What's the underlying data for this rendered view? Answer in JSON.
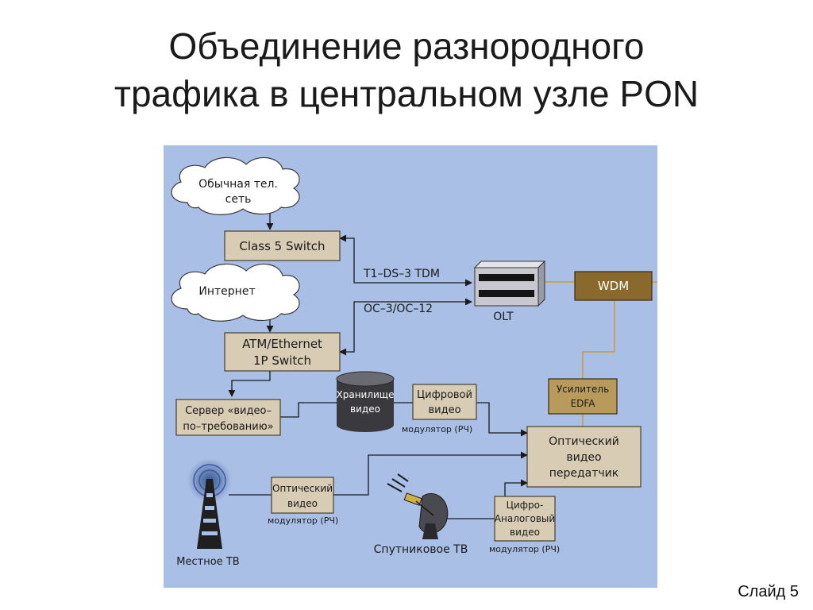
{
  "slide": {
    "title_line1": "Объединение разнородного",
    "title_line2": "трафика в центральном узле PON",
    "number": "Слайд 5"
  },
  "diagram": {
    "colors": {
      "background": "#a9bfe6",
      "box_fill": "#d8ccb4",
      "box_stroke": "#4a3f2a",
      "wdm_fill": "#8a6a2c",
      "edfa_fill": "#b89a5c",
      "line": "#1a1a1a",
      "fiber": "#c8a060",
      "cloud": "#ffffff"
    },
    "clouds": {
      "phone_network": [
        "Обычная тел.",
        "сеть"
      ],
      "internet": "Интернет"
    },
    "boxes": {
      "class5_switch": "Class 5 Switch",
      "atm_switch": [
        "ATM/Ethernet",
        "1P Switch"
      ],
      "vod_server": [
        "Сервер «видео–",
        "по–требованию»"
      ],
      "digital_modulator": [
        "Цифровой",
        "видео"
      ],
      "optical_modulator": [
        "Оптический",
        "видео"
      ],
      "digital_analog_video": [
        "Цифро-",
        "Аналоговый",
        "видео"
      ],
      "optical_transmitter": [
        "Оптический",
        "видео",
        "передатчик"
      ],
      "edfa": [
        "Усилитель",
        "EDFA"
      ],
      "wdm": "WDM"
    },
    "storage": [
      "Хранилище",
      "видео"
    ],
    "labels": {
      "tdm": "T1–DS–3 TDM",
      "oc": "OC–3/OC–12",
      "olt": "OLT",
      "modulator_rf_1": "модулятор (РЧ)",
      "modulator_rf_2": "модулятор (РЧ)",
      "modulator_rf_3": "модулятор (РЧ)",
      "local_tv": "Местное ТВ",
      "satellite_tv": "Спутниковое ТВ"
    }
  }
}
